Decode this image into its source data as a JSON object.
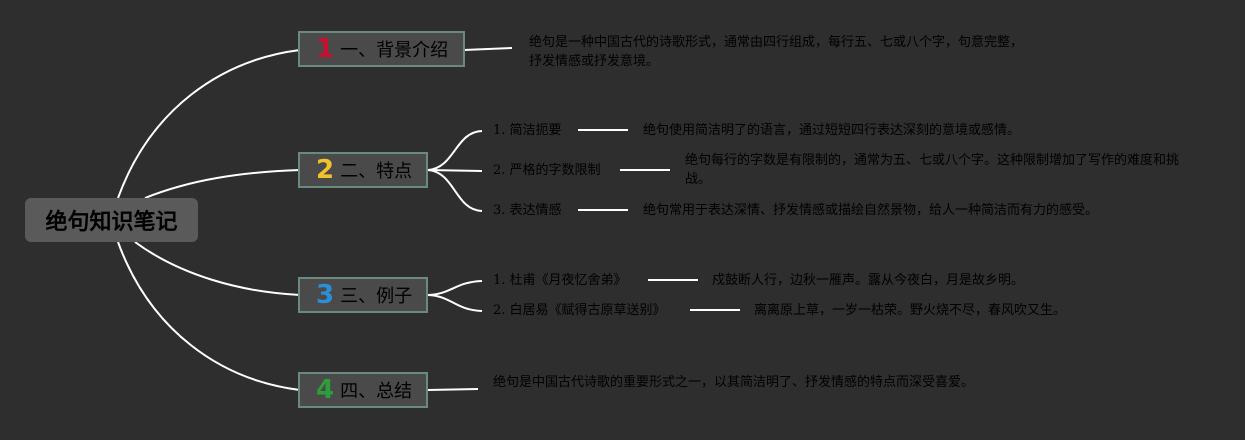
{
  "root": {
    "label": "绝句知识笔记"
  },
  "branches": [
    {
      "number": "1",
      "label": "一、背景介绍",
      "color": "#c8102e",
      "text": "绝句是一种中国古代的诗歌形式，通常由四行组成，每行五、七或八个字，句意完整，抒发情感或抒发意境。"
    },
    {
      "number": "2",
      "label": "二、特点",
      "color": "#f2c12e",
      "children": [
        {
          "label": "1. 简洁扼要",
          "text": "绝句使用简洁明了的语言，通过短短四行表达深刻的意境或感情。"
        },
        {
          "label": "2. 严格的字数限制",
          "text": "绝句每行的字数是有限制的，通常为五、七或八个字。这种限制增加了写作的难度和挑战。"
        },
        {
          "label": "3. 表达情感",
          "text": "绝句常用于表达深情、抒发情感或描绘自然景物，给人一种简洁而有力的感受。"
        }
      ]
    },
    {
      "number": "3",
      "label": "三、例子",
      "color": "#2a8fd6",
      "children": [
        {
          "label": "1. 杜甫《月夜忆舍弟》",
          "text": "戍鼓断人行，边秋一雁声。露从今夜白，月是故乡明。"
        },
        {
          "label": "2. 白居易《赋得古原草送别》",
          "text": "离离原上草，一岁一枯荣。野火烧不尽，春风吹又生。"
        }
      ]
    },
    {
      "number": "4",
      "label": "四、总结",
      "color": "#2e9e3a",
      "text": "绝句是中国古代诗歌的重要形式之一，以其简洁明了、抒发情感的特点而深受喜爱。"
    }
  ]
}
